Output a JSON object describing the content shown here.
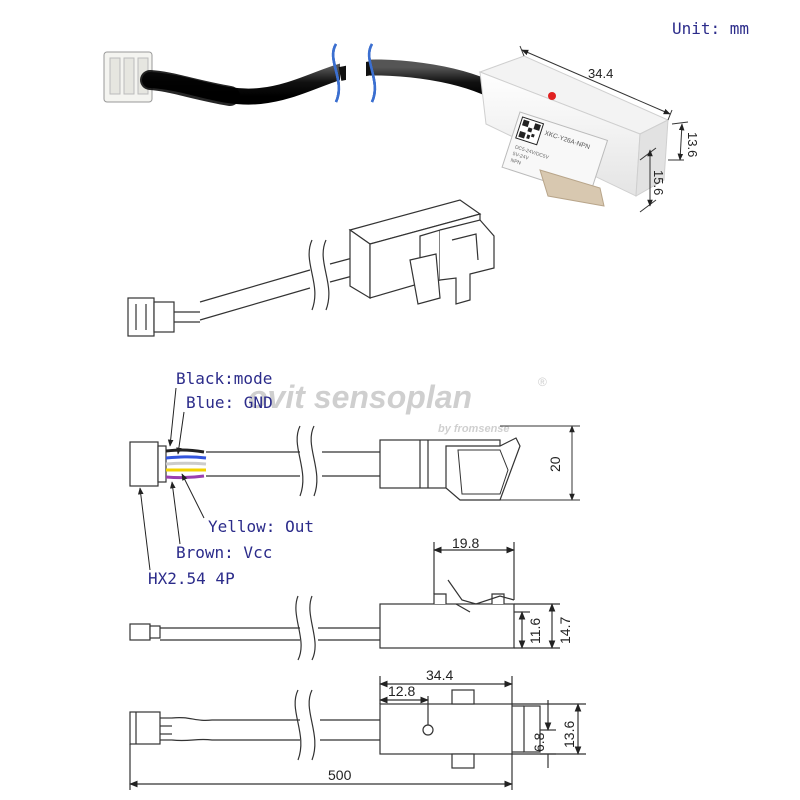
{
  "unit_label": "Unit: mm",
  "photo": {
    "dimensions": {
      "length": "34.4",
      "height": "13.6",
      "width": "15.6"
    },
    "label_lines": [
      "XKC-Y26A-NPN",
      "DC5-24V/DC5V",
      "5V-24V",
      "NPN"
    ]
  },
  "watermark": {
    "brand": "ovit sensoplan",
    "registered": "®",
    "byline": "by fromsense"
  },
  "wiring": {
    "black": "Black:mode",
    "blue": "Blue: GND",
    "yellow": "Yellow: Out",
    "brown": "Brown: Vcc",
    "connector": "HX2.54 4P"
  },
  "dimensions": {
    "side_height": "20",
    "top_width": "19.8",
    "inner_height": "11.6",
    "outer_height": "14.7",
    "body_length": "34.4",
    "hole_offset_x": "12.8",
    "hole_offset_y": "6.8",
    "body_width": "13.6",
    "cable_length": "500"
  },
  "colors": {
    "wire_black": "#222222",
    "wire_blue": "#3355dd",
    "wire_white": "#dddddd",
    "wire_yellow": "#f2d200",
    "wire_purple": "#9a3fb0",
    "dim_line": "#222222",
    "label_text": "#2b2b8a"
  }
}
